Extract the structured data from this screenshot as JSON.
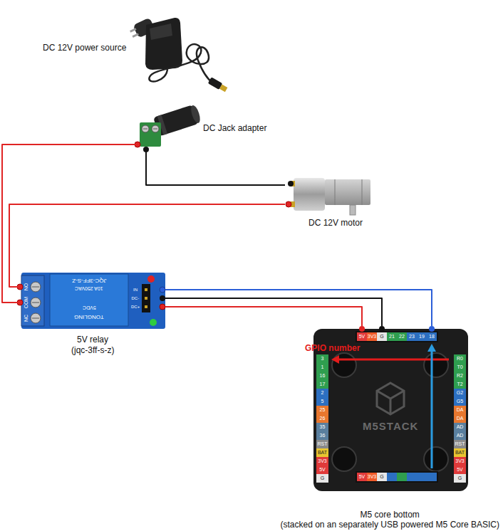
{
  "diagram": {
    "nodes": [
      {
        "text": [
          "DC 12V power source"
        ]
      },
      {
        "text": [
          "DC Jack adapter"
        ]
      },
      {
        "text": [
          "DC 12V motor"
        ]
      },
      {
        "text": [
          "5V relay",
          "(jqc-3ff-s-z)"
        ]
      },
      {
        "text": [
          "M5 core bottom",
          "(stacked on an separately USB powered M5 Core BASIC)"
        ]
      }
    ],
    "edges": [
      {
        "from": 1,
        "to": 3,
        "arrow": "none"
      },
      {
        "from": 1,
        "to": 2,
        "arrow": "none"
      },
      {
        "from": 2,
        "to": 3,
        "arrow": "none"
      },
      {
        "from": 3,
        "to": 4,
        "arrow": "none"
      },
      {
        "from": 3,
        "to": 4,
        "arrow": "none"
      },
      {
        "from": 3,
        "to": 4,
        "arrow": "none"
      }
    ],
    "labels": [
      "GPIO number",
      "5V",
      "3V3",
      "G",
      "21",
      "22",
      "23",
      "19",
      "18",
      "3",
      "1",
      "16",
      "17",
      "2",
      "5",
      "25",
      "26",
      "35",
      "36",
      "RST",
      "BAT",
      "3V3",
      "5V",
      "G",
      "R0",
      "T0",
      "R2",
      "T2",
      "G2",
      "G5",
      "DA",
      "DA",
      "AD",
      "AD",
      "RST",
      "BAT",
      "3V3",
      "5V",
      "G",
      "5V",
      "3V3",
      "G",
      "M5STACK",
      "JQC-3FF-S-Z",
      "10A 250VAC",
      "5VDC",
      "TONGLING",
      "NO",
      "COM",
      "NC",
      "DC+",
      "DC-",
      "IN"
    ]
  }
}
